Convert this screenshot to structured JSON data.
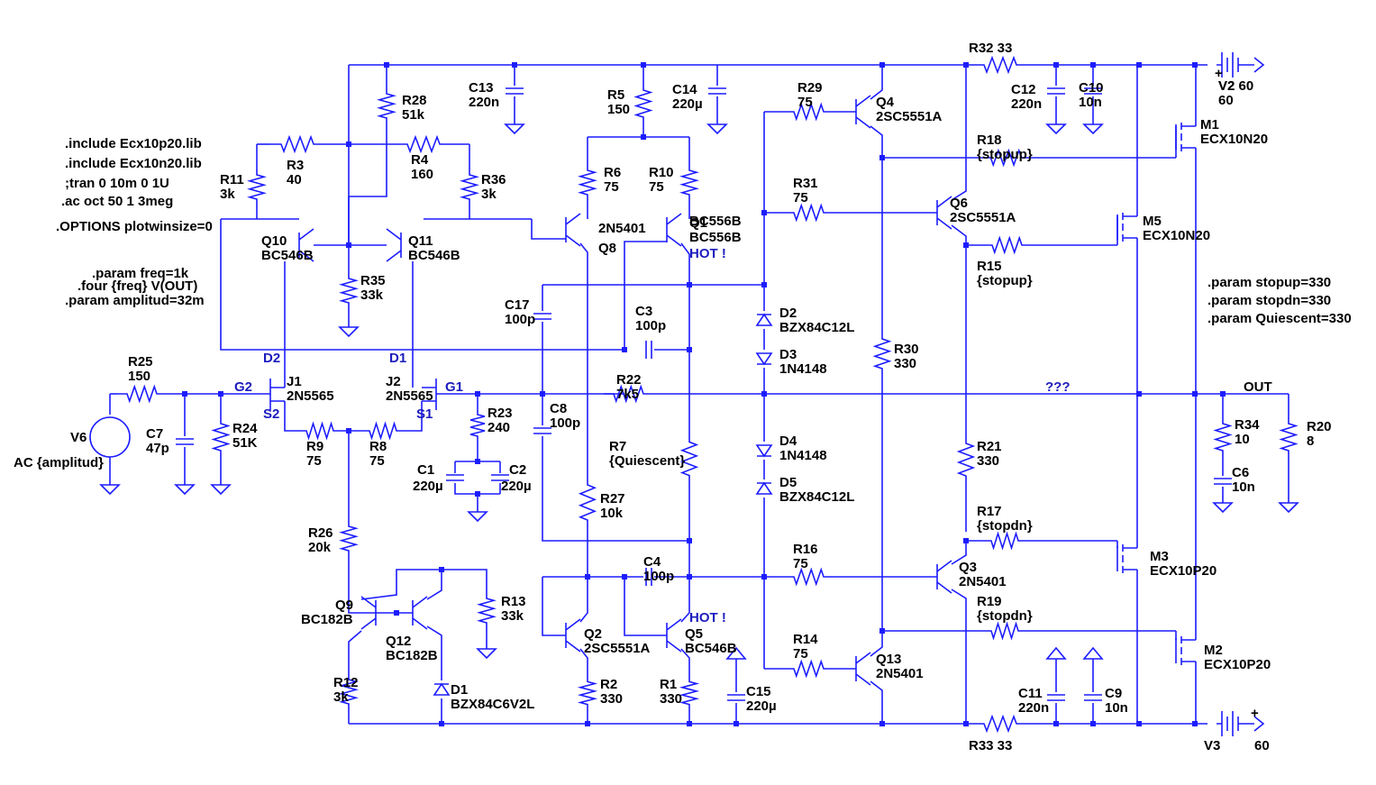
{
  "directives": [
    ".include Ecx10p20.lib",
    ".include Ecx10n20.lib",
    ";tran 0 10m 0 1U",
    ".ac oct 50 1 3meg",
    ".OPTIONS plotwinsize=0",
    ".param freq=1k",
    ".four {freq} V(OUT)",
    ".param amplitud=32m",
    ".param stopup=330",
    ".param stopdn=330",
    ".param Quiescent=330"
  ],
  "components": [
    {
      "ref": "R32",
      "value": "33"
    },
    {
      "ref": "V2",
      "value": "60"
    },
    {
      "ref": "C13",
      "value": "220n"
    },
    {
      "ref": "R5",
      "value": "150"
    },
    {
      "ref": "C14",
      "value": "220µ"
    },
    {
      "ref": "R29",
      "value": "75"
    },
    {
      "ref": "Q4",
      "value": "2SC5551A"
    },
    {
      "ref": "C12",
      "value": "220n"
    },
    {
      "ref": "C10",
      "value": "10n"
    },
    {
      "ref": "M1",
      "value": "ECX10N20"
    },
    {
      "ref": "R28",
      "value": "51k"
    },
    {
      "ref": "R3",
      "value": "40"
    },
    {
      "ref": "R4",
      "value": "160"
    },
    {
      "ref": "R11",
      "value": "3k"
    },
    {
      "ref": "R36",
      "value": "3k"
    },
    {
      "ref": "R6",
      "value": "75"
    },
    {
      "ref": "R10",
      "value": "75"
    },
    {
      "ref": "R18",
      "value": "{stopup}"
    },
    {
      "ref": "R31",
      "value": "75"
    },
    {
      "ref": "Q6",
      "value": "2SC5551A"
    },
    {
      "ref": "M5",
      "value": "ECX10N20"
    },
    {
      "ref": "Q10",
      "value": "BC546B"
    },
    {
      "ref": "Q11",
      "value": "BC546B"
    },
    {
      "ref": "Q8",
      "value": "2N5401"
    },
    {
      "ref": "Q1",
      "value": "BC556B"
    },
    {
      "ref": "R35",
      "value": "33k"
    },
    {
      "ref": "R15",
      "value": "{stopup}"
    },
    {
      "ref": "C17",
      "value": "100p"
    },
    {
      "ref": "C3",
      "value": "100p"
    },
    {
      "ref": "D2",
      "value": "BZX84C12L"
    },
    {
      "ref": "D3",
      "value": "1N4148"
    },
    {
      "ref": "R30",
      "value": "330"
    },
    {
      "ref": "R25",
      "value": "150"
    },
    {
      "ref": "J1",
      "value": "2N5565"
    },
    {
      "ref": "J2",
      "value": "2N5565"
    },
    {
      "ref": "R22",
      "value": "7k5"
    },
    {
      "ref": "V6",
      "value": "AC {amplitud}"
    },
    {
      "ref": "C7",
      "value": "47p"
    },
    {
      "ref": "R24",
      "value": "51K"
    },
    {
      "ref": "R9",
      "value": "75"
    },
    {
      "ref": "R8",
      "value": "75"
    },
    {
      "ref": "R23",
      "value": "240"
    },
    {
      "ref": "C8",
      "value": "100p"
    },
    {
      "ref": "R34",
      "value": "10"
    },
    {
      "ref": "R20",
      "value": "8"
    },
    {
      "ref": "D4",
      "value": "1N4148"
    },
    {
      "ref": "R21",
      "value": "330"
    },
    {
      "ref": "R7",
      "value": "{Quiescent}"
    },
    {
      "ref": "C6",
      "value": "10n"
    },
    {
      "ref": "C1",
      "value": "220µ"
    },
    {
      "ref": "C2",
      "value": "220µ"
    },
    {
      "ref": "D5",
      "value": "BZX84C12L"
    },
    {
      "ref": "R27",
      "value": "10k"
    },
    {
      "ref": "R17",
      "value": "{stopdn}"
    },
    {
      "ref": "R26",
      "value": "20k"
    },
    {
      "ref": "R16",
      "value": "75"
    },
    {
      "ref": "C4",
      "value": "100p"
    },
    {
      "ref": "Q3",
      "value": "2N5401"
    },
    {
      "ref": "M3",
      "value": "ECX10P20"
    },
    {
      "ref": "R13",
      "value": "33k"
    },
    {
      "ref": "Q9",
      "value": "BC182B"
    },
    {
      "ref": "Q12",
      "value": "BC182B"
    },
    {
      "ref": "Q2",
      "value": "2SC5551A"
    },
    {
      "ref": "Q5",
      "value": "BC546B"
    },
    {
      "ref": "R19",
      "value": "{stopdn}"
    },
    {
      "ref": "R14",
      "value": "75"
    },
    {
      "ref": "Q13",
      "value": "2N5401"
    },
    {
      "ref": "M2",
      "value": "ECX10P20"
    },
    {
      "ref": "R12",
      "value": "3k"
    },
    {
      "ref": "D1",
      "value": "BZX84C6V2L"
    },
    {
      "ref": "R2",
      "value": "330"
    },
    {
      "ref": "R1",
      "value": "330"
    },
    {
      "ref": "C15",
      "value": "220µ"
    },
    {
      "ref": "C11",
      "value": "220n"
    },
    {
      "ref": "C9",
      "value": "10n"
    },
    {
      "ref": "R33",
      "value": "33"
    },
    {
      "ref": "V3",
      "value": "60"
    }
  ],
  "net_labels": {
    "d2": "D2",
    "d1": "D1",
    "g2": "G2",
    "g1": "G1",
    "s2": "S2",
    "s1": "S1",
    "hot_top": "HOT !",
    "hot_bot": "HOT !",
    "unknown": "???",
    "out": "OUT"
  },
  "supply_marks": {
    "plus_top": "+",
    "plus_bot": "+"
  }
}
